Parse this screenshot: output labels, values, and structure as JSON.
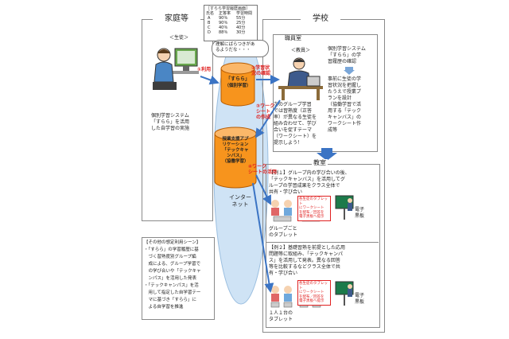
{
  "home": {
    "title": "家庭等",
    "student_label": "＜生徒＞",
    "desc_lines": [
      "個別学習システム",
      "「すらら」を活用",
      "した自学習の実施"
    ]
  },
  "school": {
    "title": "学校",
    "staffroom": "職員室",
    "classroom": "教室"
  },
  "table": {
    "title": "［すらら学習履歴画面］",
    "headers": [
      "氏名",
      "正答率",
      "学習時間"
    ],
    "rows": [
      [
        "A",
        "90％",
        "55分"
      ],
      [
        "B",
        "90％",
        "25分"
      ],
      [
        "C",
        "40％",
        "40分"
      ],
      [
        "D",
        "88％",
        "30分"
      ]
    ]
  },
  "bubble_lines": [
    "理解にばらつきがあ",
    "るようだな・・・"
  ],
  "teacher": {
    "label": "＜教員＞",
    "desc_lines": [
      "個別学習システム",
      "「すらら」の学",
      "習履歴の確認"
    ],
    "action_lines": [
      "事前に生徒の学",
      "習状況を把握し",
      "たうえで授業プ",
      "ランを設計",
      "（協働学習で活",
      "用する「テック",
      "キャンバス」の",
      "ワークシート作",
      "成等"
    ]
  },
  "grouping_lines": [
    "次のグループ学習",
    "では習熟度（正答",
    "率）が異なる生徒を",
    "組み合わせて、学び",
    "合いを促すテーマ",
    "（ワークシート）を",
    "提示しよう！"
  ],
  "cylinder1_lines": [
    "「すらら」",
    "（個別学習）"
  ],
  "cylinder2_lines": [
    "授業支援アプ",
    "リケーション",
    "「テックキャ",
    "ンバス」",
    "（協働学習）"
  ],
  "internet_lines": [
    "インター",
    "ネット"
  ],
  "labels": {
    "use1": "①利用",
    "check2": [
      "②学習状",
      "況の確認"
    ],
    "create3": [
      "③ワーク",
      "シート",
      "の作成"
    ],
    "use4": [
      "④ワーク",
      "シートの活用"
    ]
  },
  "example1": {
    "lines": [
      "【例１】グループ内の学び合いの後、",
      "「テックキャンバス」を活用してグ",
      "ループの学習成果をクラス全体で",
      "共有・学び合い"
    ],
    "callout_lines": [
      "各生徒のタブレット",
      "にワークシート",
      "を配布／回答を",
      "電子黒板へ提示"
    ],
    "blackboard": [
      "電子",
      "黒板"
    ],
    "tablet_caption": [
      "グループごと",
      "のタブレット"
    ]
  },
  "example2": {
    "lines": [
      "【例２】基礎習熟を前提とした応用",
      "問題等に取組み、「テックキャンパ",
      "ス」を活用して発表。異なる回答",
      "等を比較するなどクラス全体で共",
      "有・学び合い"
    ],
    "callout_lines": [
      "各生徒のタブレット",
      "にワークシート",
      "を配布／回答を",
      "電子黒板へ提示"
    ],
    "blackboard": [
      "電子",
      "黒板"
    ],
    "tablet_caption": [
      "１人１台の",
      "タブレット"
    ]
  },
  "other_scenes": {
    "lines": [
      "【その他の想定利用シーン】",
      "・「すらら」の学習履歴に基",
      "　づく習熟度別グループ編",
      "　成による、グループ学習で",
      "　の学び合いや「テックキャ",
      "　ンパス」を活用した発表",
      "・「テックキャンパス」を活",
      "　用して指定した自学習テー",
      "　マに基づき「すらら」に",
      "　よる自学習を推進"
    ]
  },
  "colors": {
    "cylinder": "#f7941d",
    "cloud": "#cfe3f5",
    "red_arrow": "#e02020",
    "blue_arrow": "#3b74c4"
  }
}
